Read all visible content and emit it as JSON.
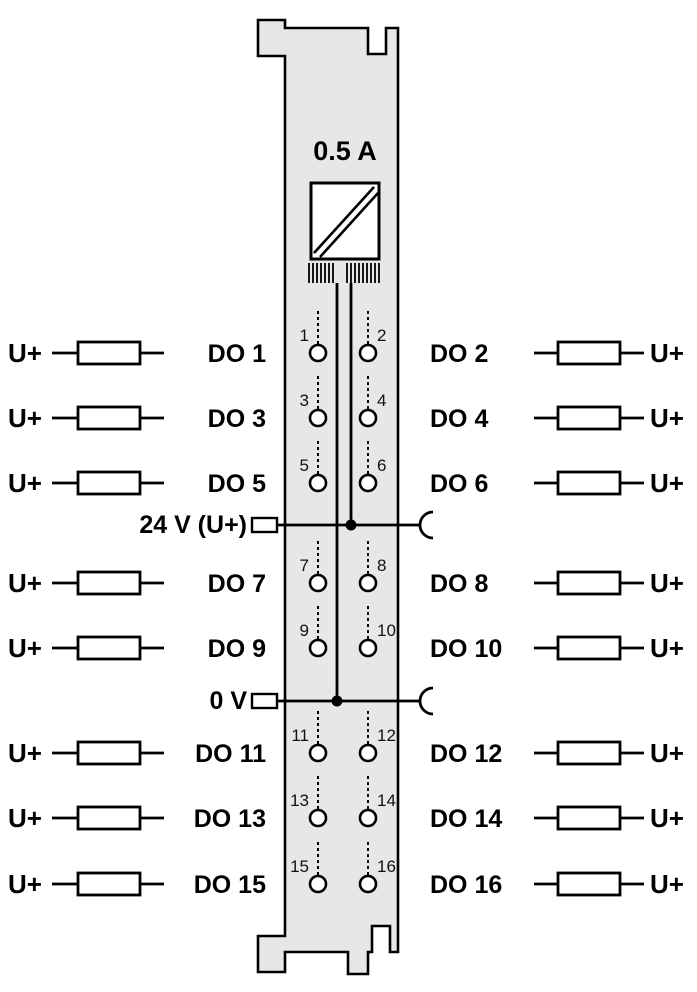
{
  "module": {
    "current_rating": "0.5 A"
  },
  "labels": {
    "u_plus": "U+",
    "supply": "24 V (U+)",
    "zero_volt": "0 V"
  },
  "rows": [
    {
      "left": {
        "pin": "1",
        "label": "DO 1"
      },
      "right": {
        "pin": "2",
        "label": "DO 2"
      }
    },
    {
      "left": {
        "pin": "3",
        "label": "DO 3"
      },
      "right": {
        "pin": "4",
        "label": "DO 4"
      }
    },
    {
      "left": {
        "pin": "5",
        "label": "DO 5"
      },
      "right": {
        "pin": "6",
        "label": "DO 6"
      }
    },
    {
      "left": {
        "pin": "7",
        "label": "DO 7"
      },
      "right": {
        "pin": "8",
        "label": "DO 8"
      }
    },
    {
      "left": {
        "pin": "9",
        "label": "DO 9"
      },
      "right": {
        "pin": "10",
        "label": "DO 10"
      }
    },
    {
      "left": {
        "pin": "11",
        "label": "DO 11"
      },
      "right": {
        "pin": "12",
        "label": "DO 12"
      }
    },
    {
      "left": {
        "pin": "13",
        "label": "DO 13"
      },
      "right": {
        "pin": "14",
        "label": "DO 14"
      }
    },
    {
      "left": {
        "pin": "15",
        "label": "DO 15"
      },
      "right": {
        "pin": "16",
        "label": "DO 16"
      }
    }
  ],
  "colors": {
    "module_fill": "#e7e7e7",
    "line": "#000000",
    "background": "#ffffff"
  }
}
